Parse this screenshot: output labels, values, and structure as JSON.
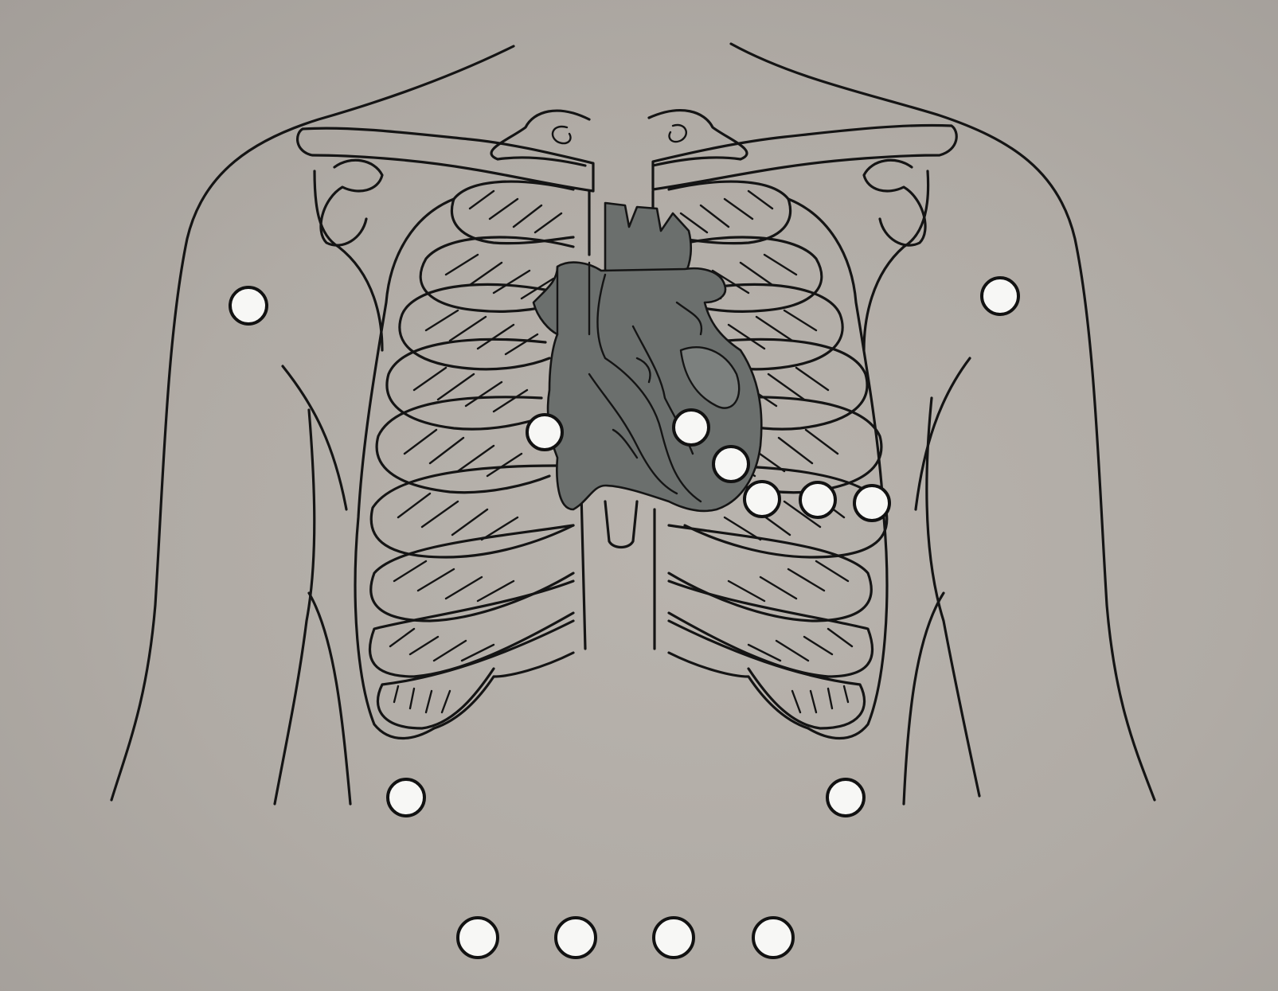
{
  "diagram": {
    "colors": {
      "background": "#b0aba5",
      "line": "#141414",
      "heart": "#6b6f6d",
      "electrode": "#f7f7f5"
    },
    "electrodes": {
      "limb": [
        {
          "id": "right-arm"
        },
        {
          "id": "left-arm"
        },
        {
          "id": "right-leg"
        },
        {
          "id": "left-leg"
        }
      ],
      "chest": [
        {
          "id": "V1"
        },
        {
          "id": "V2"
        },
        {
          "id": "V3"
        },
        {
          "id": "V4"
        },
        {
          "id": "V5"
        },
        {
          "id": "V6"
        }
      ],
      "bottom_row_count": 4
    }
  }
}
